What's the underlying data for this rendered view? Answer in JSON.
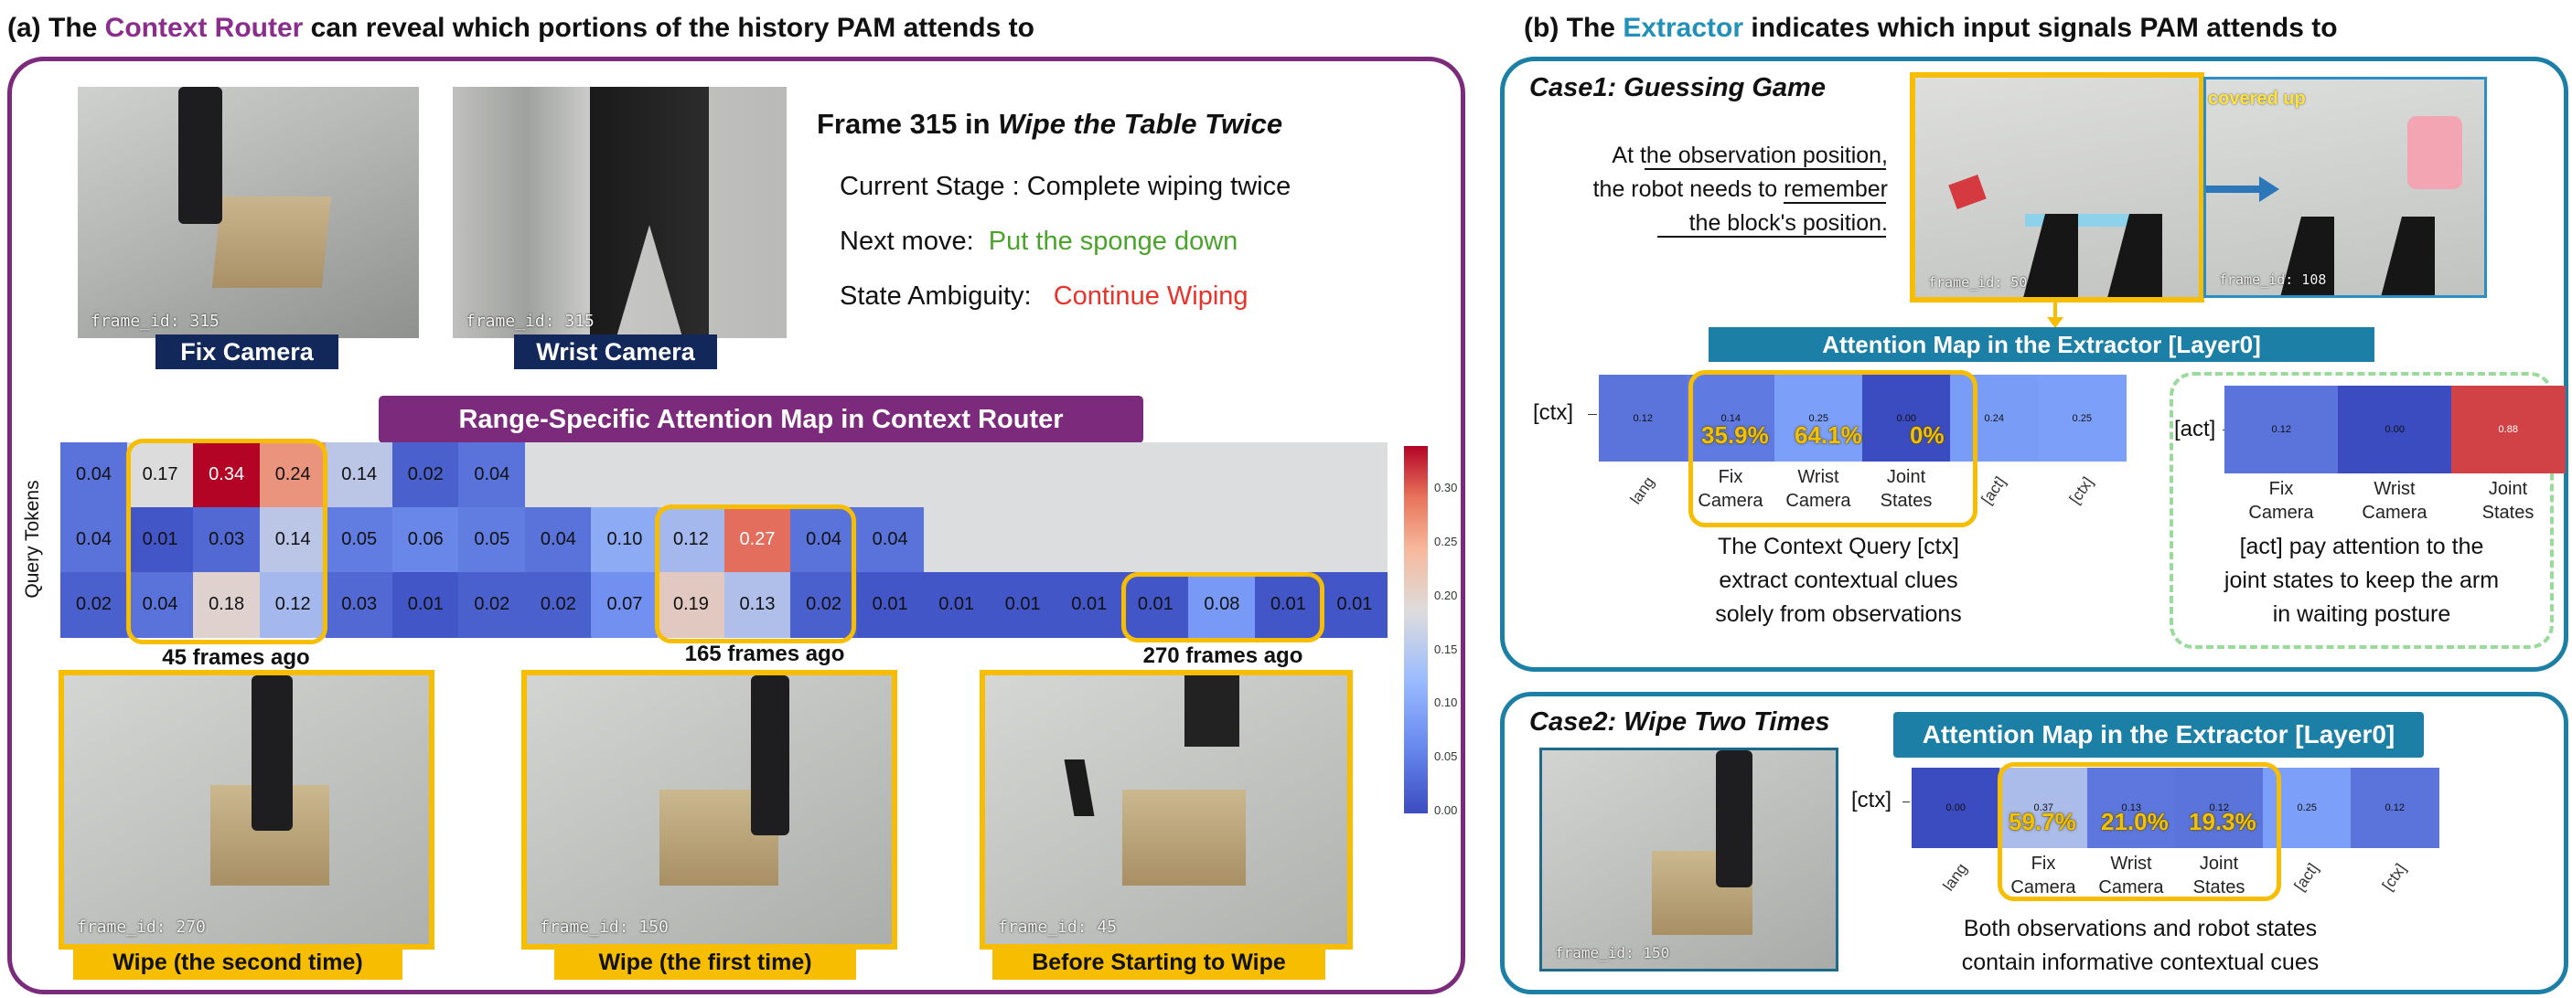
{
  "panel_a": {
    "title_pre": "(a) The ",
    "title_hl": "Context Router",
    "title_post": " can reveal which portions of the history PAM attends to",
    "frame_pre": "Frame 315 in ",
    "frame_italic": "Wipe the Table Twice",
    "stage": "Current Stage : Complete wiping twice",
    "next_label": "Next move:",
    "next_value": "Put the sponge down",
    "amb_label": "State Ambiguity:",
    "amb_value": "Continue Wiping",
    "fix_caption": "Fix Camera",
    "wrist_caption": "Wrist Camera",
    "frame_id_315": "frame_id: 315",
    "map_title": "Range-Specific  Attention Map in Context Router",
    "y_axis": "Query Tokens",
    "ago_45": "45 frames ago",
    "ago_165": "165 frames ago",
    "ago_270": "270 frames ago",
    "hist": [
      {
        "id": "frame_id: 270",
        "caption": "Wipe (the second time)"
      },
      {
        "id": "frame_id: 150",
        "caption": "Wipe (the first time)"
      },
      {
        "id": "frame_id: 45",
        "caption": "Before Starting to Wipe"
      }
    ]
  },
  "panel_b": {
    "title_pre": "(b) The ",
    "title_hl": "Extractor",
    "title_post": " indicates which input signals PAM attends to",
    "case1": "Case1: Guessing Game",
    "case1_desc": [
      "At the observation position,",
      "the robot needs to remember",
      "the block's position."
    ],
    "frame_50": "frame_id: 50",
    "frame_108": "frame_id: 108",
    "covered": "covered up",
    "map_title": "Attention Map in the Extractor [Layer0]",
    "ctx_label": "[ctx]",
    "act_label": "[act]",
    "ticks": [
      "lang",
      "Fix Camera",
      "Wrist Camera",
      "Joint States",
      "[act]",
      "[ctx]"
    ],
    "act_ticks": [
      "Fix Camera",
      "Wrist Camera",
      "Joint States"
    ],
    "ctx_note": [
      "The Context Query [ctx]",
      "extract contextual clues",
      "solely from observations"
    ],
    "act_note": [
      "[act] pay attention to the",
      "joint states to keep the arm",
      "in waiting posture"
    ],
    "case2": "Case2: Wipe Two Times",
    "frame_150": "frame_id: 150",
    "case2_note": [
      "Both observations and robot states",
      "contain informative contextual cues"
    ]
  },
  "chart_data": [
    {
      "type": "heatmap",
      "title": "Range-Specific  Attention Map in Context Router",
      "ylabel": "Query Tokens",
      "rows": [
        [
          0.04,
          0.17,
          0.34,
          0.24,
          0.14,
          0.02,
          0.04,
          null,
          null,
          null,
          null,
          null,
          null,
          null,
          null,
          null,
          null,
          null,
          null,
          null
        ],
        [
          0.04,
          0.01,
          0.03,
          0.14,
          0.05,
          0.06,
          0.05,
          0.04,
          0.1,
          0.12,
          0.27,
          0.04,
          0.04,
          null,
          null,
          null,
          null,
          null,
          null,
          null
        ],
        [
          0.02,
          0.04,
          0.18,
          0.12,
          0.03,
          0.01,
          0.02,
          0.02,
          0.07,
          0.19,
          0.13,
          0.02,
          0.01,
          0.01,
          0.01,
          0.01,
          0.01,
          0.08,
          0.01,
          0.01
        ]
      ],
      "colorbar_ticks": [
        0.0,
        0.05,
        0.1,
        0.15,
        0.2,
        0.25,
        0.3
      ],
      "vmin": 0.0,
      "vmax": 0.34,
      "colormap": "coolwarm"
    },
    {
      "type": "heatmap",
      "title": "Attention Map in the Extractor [Layer0]",
      "row": "[ctx]",
      "columns": [
        "lang",
        "Fix Camera",
        "Wrist Camera",
        "Joint States",
        "[act]",
        "[ctx]"
      ],
      "values": [
        0.12,
        0.14,
        0.25,
        0.0,
        0.24,
        0.25
      ],
      "highlight": [
        "35.9%",
        "64.1%",
        "0%"
      ]
    },
    {
      "type": "heatmap",
      "title": "Attention Map in the Extractor [Layer0]",
      "row": "[act]",
      "columns": [
        "Fix Camera",
        "Wrist Camera",
        "Joint States"
      ],
      "values": [
        0.12,
        0.0,
        0.88
      ]
    },
    {
      "type": "heatmap",
      "title": "Attention Map in the Extractor [Layer0]",
      "row": "[ctx]",
      "columns": [
        "lang",
        "Fix Camera",
        "Wrist Camera",
        "Joint States",
        "[act]",
        "[ctx]"
      ],
      "values": [
        0.0,
        0.37,
        0.13,
        0.12,
        0.25,
        0.12
      ],
      "highlight": [
        "59.7%",
        "21.0%",
        "19.3%"
      ]
    }
  ]
}
